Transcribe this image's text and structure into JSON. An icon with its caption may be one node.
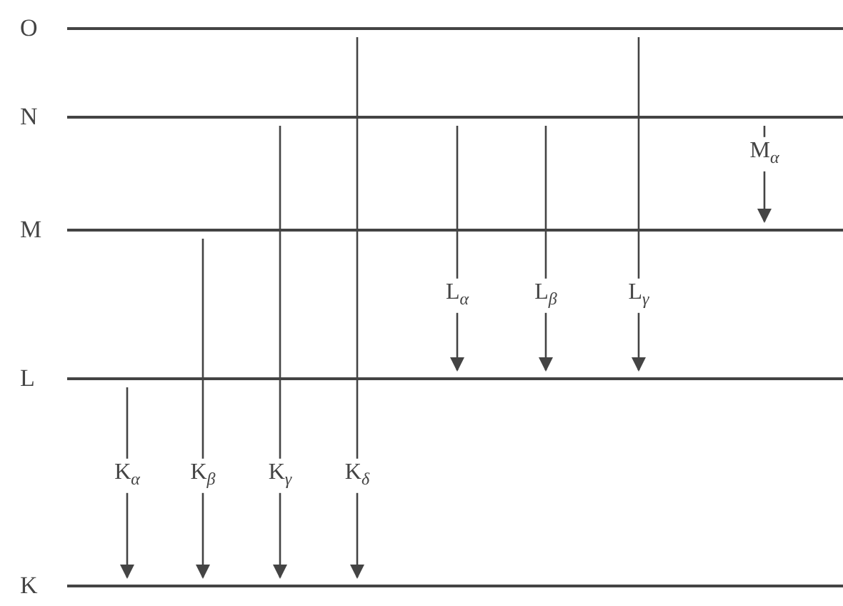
{
  "diagram": {
    "nodes": [
      {
        "text": [
          "O"
        ]
      },
      {
        "text": [
          "N"
        ]
      },
      {
        "text": [
          "M"
        ]
      },
      {
        "text": [
          "L"
        ]
      },
      {
        "text": [
          "K"
        ]
      }
    ],
    "edges": [
      {
        "from": 3,
        "to": 4,
        "arrow": "to",
        "label": "K$_{α}$"
      },
      {
        "from": 2,
        "to": 4,
        "arrow": "to",
        "label": "K$_{β}$"
      },
      {
        "from": 1,
        "to": 4,
        "arrow": "to",
        "label": "K$_{γ}$"
      },
      {
        "from": 0,
        "to": 4,
        "arrow": "to",
        "label": "K$_{δ}$"
      },
      {
        "from": 1,
        "to": 3,
        "arrow": "to",
        "label": "L$_{α}$"
      },
      {
        "from": 1,
        "to": 3,
        "arrow": "to",
        "label": "L$_{β}$"
      },
      {
        "from": 0,
        "to": 3,
        "arrow": "to",
        "label": "L$_{γ}$"
      },
      {
        "from": 1,
        "to": 2,
        "arrow": "to",
        "label": "M$_{α}$"
      }
    ]
  }
}
